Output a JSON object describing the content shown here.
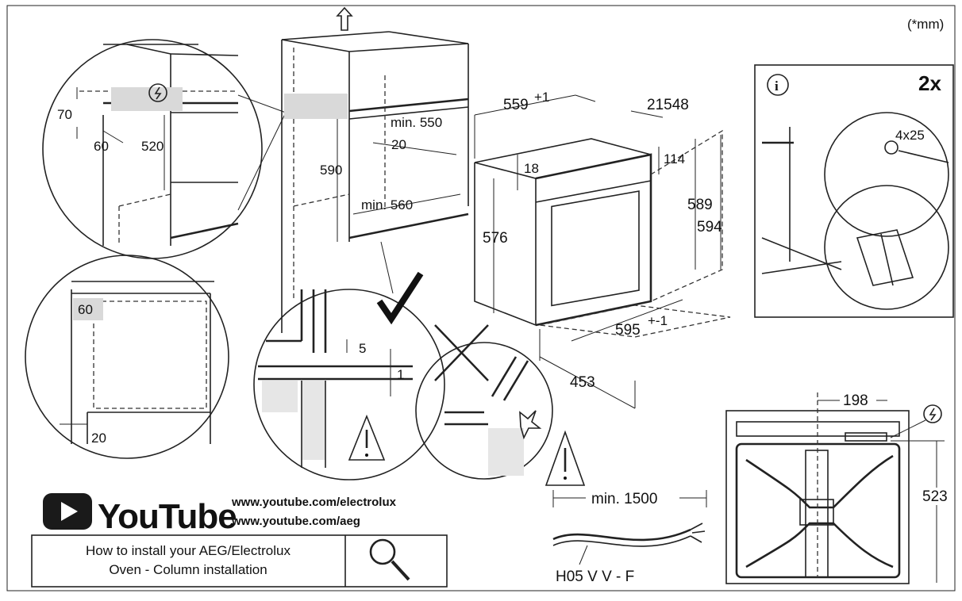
{
  "unit_note": "(*mm)",
  "clearance": {
    "d70": "70",
    "d60": "60",
    "d520": "520"
  },
  "side_detail": {
    "d60": "60",
    "d20": "20"
  },
  "cabinet": {
    "d590": "590",
    "min550": "min. 550",
    "d20": "20",
    "min560": "min. 560"
  },
  "gap_detail": {
    "d5": "5",
    "d1": "1"
  },
  "oven": {
    "d559": "559",
    "d559_sup": "+1",
    "d21548": "21548",
    "d18": "18",
    "d114": "114",
    "d576": "576",
    "d589": "589",
    "d594": "594",
    "d595": "595",
    "d595_sup": "+-1",
    "d453": "453"
  },
  "screw_panel": {
    "multiplier": "2x",
    "screw": "4x25",
    "info_icon": "info-icon"
  },
  "cable": {
    "min1500": "min. 1500",
    "type": "H05 V V - F"
  },
  "bottom_view": {
    "d198": "198",
    "d523": "523"
  },
  "youtube": {
    "logo_text": "YouTube",
    "url1": "www.youtube.com/electrolux",
    "url2": "www.youtube.com/aeg",
    "caption_line1": "How to install your AEG/Electrolux",
    "caption_line2": "Oven - Column installation"
  },
  "colors": {
    "youtube_red": "#1a1a1a",
    "shading": "#d9d9d9"
  }
}
